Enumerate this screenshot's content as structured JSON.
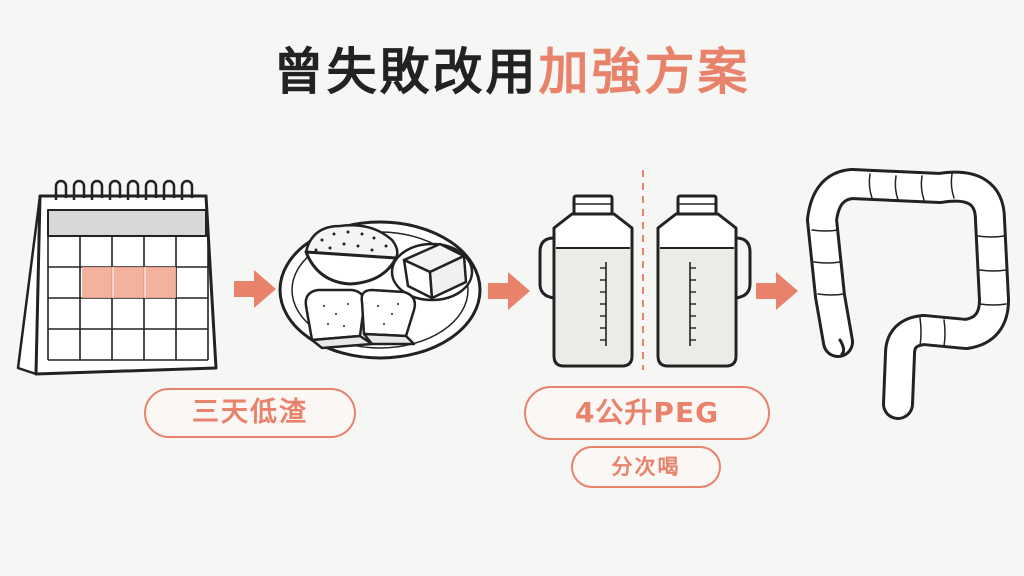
{
  "title": {
    "part1": "曾失敗改用",
    "part2": "加強方案"
  },
  "labels": {
    "diet": "三天低渣",
    "peg": "4公升PEG",
    "split": "分次喝"
  },
  "colors": {
    "accent": "#e8826a",
    "ink": "#222222",
    "calendar_highlight": "#f2a894"
  },
  "icons": [
    "calendar-icon",
    "arrow-right-icon",
    "low-residue-food-plate-icon",
    "bottle-icon",
    "colon-icon"
  ]
}
